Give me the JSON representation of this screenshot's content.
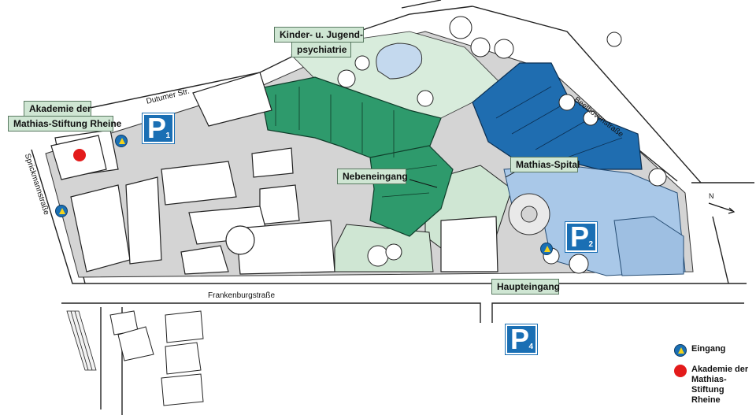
{
  "labels": {
    "akademie_top": "Akademie der",
    "akademie_bottom": "Mathias-Stiftung Rheine",
    "kinder_line1": "Kinder- u. Jugend-",
    "kinder_line2": "psychiatrie",
    "nebeneingang": "Nebeneingang",
    "mathias_spital": "Mathias-Spital",
    "haupteingang": "Haupteingang"
  },
  "streets": {
    "dutumer": "Dutumer Str.",
    "beethoven": "Beethovenstraße",
    "sprickmann": "Sprickmannstraße",
    "frankenburg": "Frankenburgstraße"
  },
  "parking": [
    {
      "letter": "P",
      "number": "1"
    },
    {
      "letter": "P",
      "number": "2"
    },
    {
      "letter": "P",
      "number": "4"
    }
  ],
  "north": "N",
  "legend": {
    "entrance": "Eingang",
    "academy": "Akademie der\nMathias-Stiftung\nRheine"
  },
  "colors": {
    "psychiatry_green": "#2e9a6c",
    "light_green": "#cfe6d3",
    "hospital_blue": "#1f6db0",
    "light_blue": "#a9c8e8",
    "parking_blue": "#1a6fb4",
    "academy_red": "#e31b1b"
  }
}
